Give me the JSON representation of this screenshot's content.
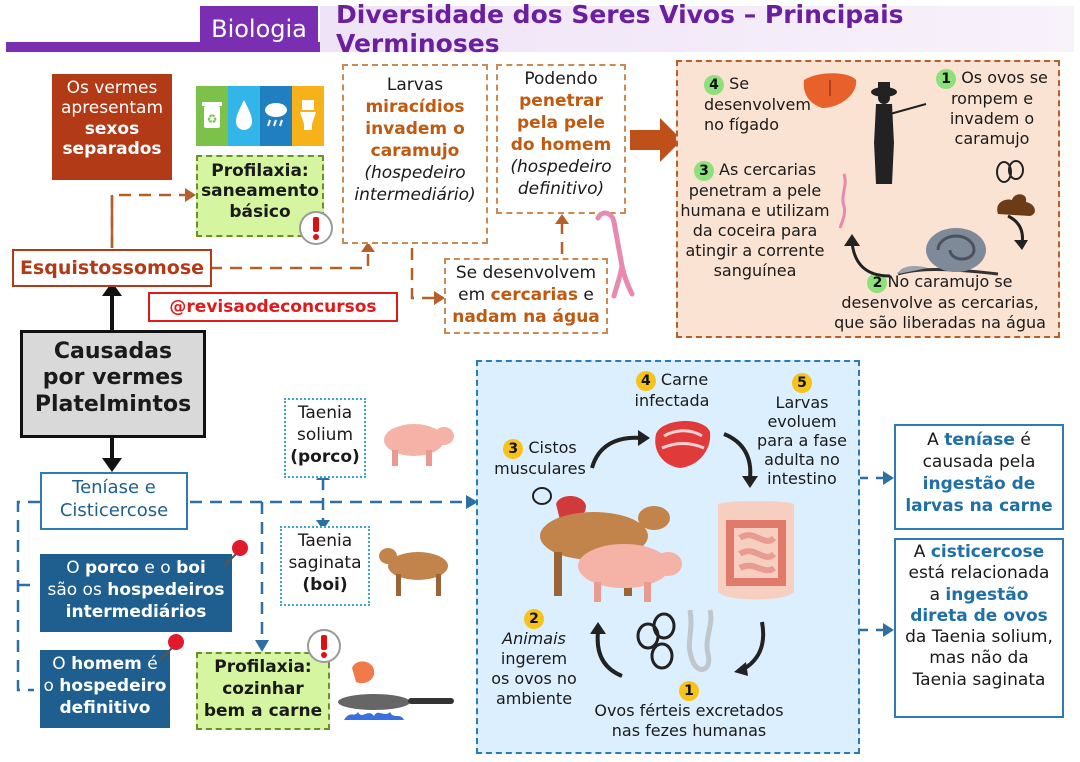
{
  "header": {
    "subject": "Biologia",
    "title": "Diversidade dos Seres Vivos – Principais Verminoses"
  },
  "center": {
    "l1": "Causadas",
    "l2": "por vermes",
    "l3": "Platelmintos"
  },
  "handle": "@revisaodeconcursos",
  "esquisto": {
    "name": "Esquistossomose",
    "sexos": {
      "l1": "Os vermes",
      "l2": "apresentam",
      "l3": "sexos",
      "l4": "separados"
    },
    "prof": {
      "l1": "Profilaxia:",
      "l2": "saneamento",
      "l3": "básico"
    },
    "larvas": {
      "l1": "Larvas",
      "l2": "miracídios",
      "l3": "invadem o",
      "l4": "caramujo",
      "l5": "(hospedeiro",
      "l6": "intermediário)"
    },
    "podendo": {
      "l1": "Podendo",
      "l2": "penetrar",
      "l3": "pela pele",
      "l4": "do homem",
      "l5": "(hospedeiro",
      "l6": "definitivo)"
    },
    "cercarias": {
      "l1": "Se desenvolvem",
      "l2a": "em ",
      "l2b": "cercarias",
      "l2c": " e",
      "l3": "nadam na água"
    },
    "cycle": {
      "s1": {
        "n": "1",
        "l1": "Os ovos se",
        "l2": "rompem e",
        "l3": "invadem o",
        "l4": "caramujo"
      },
      "s2": {
        "n": "2",
        "l1": "No caramujo se",
        "l2": "desenvolve as cercarias,",
        "l3": "que são liberadas na água"
      },
      "s3": {
        "n": "3",
        "l1": "As cercarias",
        "l2": "penetram a pele",
        "l3": "humana e utilizam",
        "l4": "da coceira para",
        "l5": "atingir a corrente",
        "l6": "sanguínea"
      },
      "s4": {
        "n": "4",
        "l1": "Se",
        "l2": "desenvolvem",
        "l3": "no fígado"
      }
    }
  },
  "tenia": {
    "name": {
      "l1": "Teníase e",
      "l2": "Cisticercose"
    },
    "porco_boi": {
      "l1a": "O ",
      "l1b": "porco",
      "l1c": " e o ",
      "l1d": "boi",
      "l2a": "são os ",
      "l2b": "hospedeiros",
      "l3": "intermediários"
    },
    "homem": {
      "l1a": "O ",
      "l1b": "homem",
      "l1c": " é",
      "l2a": "o ",
      "l2b": "hospedeiro",
      "l3": "definitivo"
    },
    "prof": {
      "l1": "Profilaxia:",
      "l2": "cozinhar",
      "l3": "bem a carne"
    },
    "solium": {
      "l1": "Taenia",
      "l2": "solium",
      "l3": "(porco)"
    },
    "saginata": {
      "l1": "Taenia",
      "l2": "saginata",
      "l3": "(boi)"
    },
    "teniase_def": {
      "l1a": "A ",
      "l1b": "teníase",
      "l1c": " é",
      "l2": "causada pela",
      "l3": "ingestão de",
      "l4": "larvas na carne"
    },
    "cisti_def": {
      "l1a": "A ",
      "l1b": "cisticercose",
      "l2": "está relacionada",
      "l3a": "a ",
      "l3b": "ingestão",
      "l4": "direta de ovos",
      "l5": "da Taenia solium,",
      "l6": "mas não da",
      "l7": "Taenia saginata"
    },
    "cycle": {
      "s1": {
        "n": "1",
        "l1": "Ovos férteis excretados",
        "l2": "nas fezes humanas"
      },
      "s2": {
        "n": "2",
        "l1": "Animais",
        "l2": "ingerem",
        "l3": "os ovos no",
        "l4": "ambiente"
      },
      "s3": {
        "n": "3",
        "l1": "Cistos",
        "l2": "musculares"
      },
      "s4": {
        "n": "4",
        "l1": "Carne",
        "l2": "infectada"
      },
      "s5": {
        "n": "5",
        "l1": "Larvas",
        "l2": "evoluem",
        "l3": "para a fase",
        "l4": "adulta no",
        "l5": "intestino"
      }
    }
  },
  "colors": {
    "purple": "#7a2fb3",
    "brown": "#b23a16",
    "blue": "#1f5f8f",
    "green": "#d6f5a0"
  }
}
